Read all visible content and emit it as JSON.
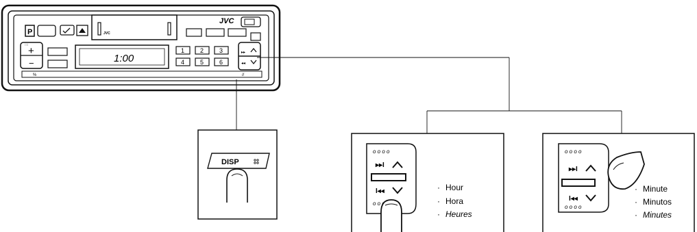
{
  "radio": {
    "brand": "JVC",
    "display_text": "1:00",
    "display_small": "JVC",
    "presets": [
      "1",
      "2",
      "3",
      "4",
      "5",
      "6"
    ],
    "vol_plus": "+",
    "vol_minus": "−",
    "button_p": "P",
    "tape_label_left": "%",
    "tape_label_right": "//"
  },
  "disp_panel": {
    "button_label": "DISP"
  },
  "hour_panel": {
    "labels": [
      "Hour",
      "Hora",
      "Heures"
    ]
  },
  "minute_panel": {
    "labels": [
      "Minute",
      "Minutos",
      "Minutes"
    ]
  }
}
